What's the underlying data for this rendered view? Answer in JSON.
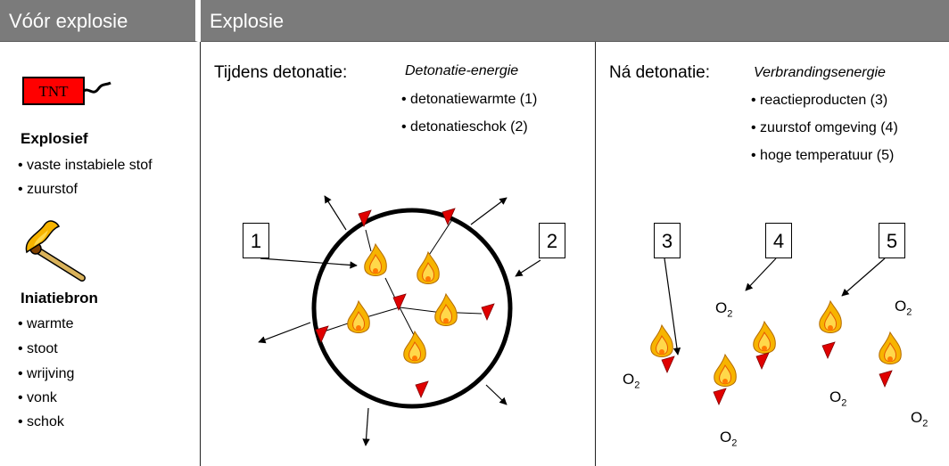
{
  "left_header": "Vóór explosie",
  "right_header": "Explosie",
  "tnt_label": "TNT",
  "explosief": {
    "heading": "Explosief",
    "items": [
      "• vaste instabiele stof",
      "• zuurstof"
    ]
  },
  "initiatie": {
    "heading": "Iniatiebron",
    "items": [
      "• warmte",
      "• stoot",
      "• wrijving",
      "• vonk",
      "• schok"
    ]
  },
  "detonatie": {
    "heading": "Tijdens detonatie:",
    "subheading": "Detonatie-energie",
    "items": [
      "• detonatiewarmte (1)",
      "• detonatieschok (2)"
    ]
  },
  "na_detonatie": {
    "heading": "Ná detonatie:",
    "subheading": "Verbrandingsenergie",
    "items": [
      "• reactieproducten (3)",
      "• zuurstof omgeving (4)",
      "• hoge temperatuur (5)"
    ]
  },
  "boxes": [
    "1",
    "2",
    "3",
    "4",
    "5"
  ],
  "oxygen": {
    "symbol": "O",
    "subscript": "2"
  },
  "colors": {
    "header_bg": "#7b7b7b",
    "tnt_red": "#ff0000",
    "flame_outer": "#f7b400",
    "flame_inner": "#ffd84a",
    "shard_red": "#e00000"
  },
  "icons": [
    "tnt-stick-icon",
    "match-icon",
    "flame-icon",
    "red-shard-icon",
    "arrow-icon"
  ]
}
